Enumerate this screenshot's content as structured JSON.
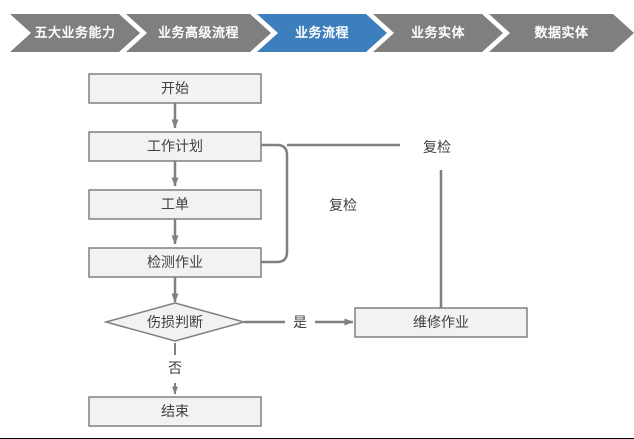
{
  "breadcrumb": {
    "active_color": "#3d7ebd",
    "inactive_color": "#7f7f7f",
    "text_color": "#ffffff",
    "items": [
      {
        "label": "五大业务能力",
        "active": false
      },
      {
        "label": "业务高级流程",
        "active": false
      },
      {
        "label": "业务流程",
        "active": true
      },
      {
        "label": "业务实体",
        "active": false
      },
      {
        "label": "数据实体",
        "active": false
      }
    ]
  },
  "flowchart": {
    "node_fill": "#f2f2f2",
    "node_stroke": "#808080",
    "connector_color": "#808080",
    "text_color": "#404040",
    "nodes": [
      {
        "id": "start",
        "label": "开始",
        "shape": "rect"
      },
      {
        "id": "workplan",
        "label": "工作计划",
        "shape": "rect"
      },
      {
        "id": "workorder",
        "label": "工单",
        "shape": "rect"
      },
      {
        "id": "inspect",
        "label": "检测作业",
        "shape": "rect"
      },
      {
        "id": "decision",
        "label": "伤损判断",
        "shape": "diamond"
      },
      {
        "id": "repair",
        "label": "维修作业",
        "shape": "rect"
      },
      {
        "id": "end",
        "label": "结束",
        "shape": "rect"
      }
    ],
    "edge_labels": {
      "recheck_inspect": "复检",
      "recheck_repair": "复检",
      "yes": "是",
      "no": "否"
    }
  }
}
